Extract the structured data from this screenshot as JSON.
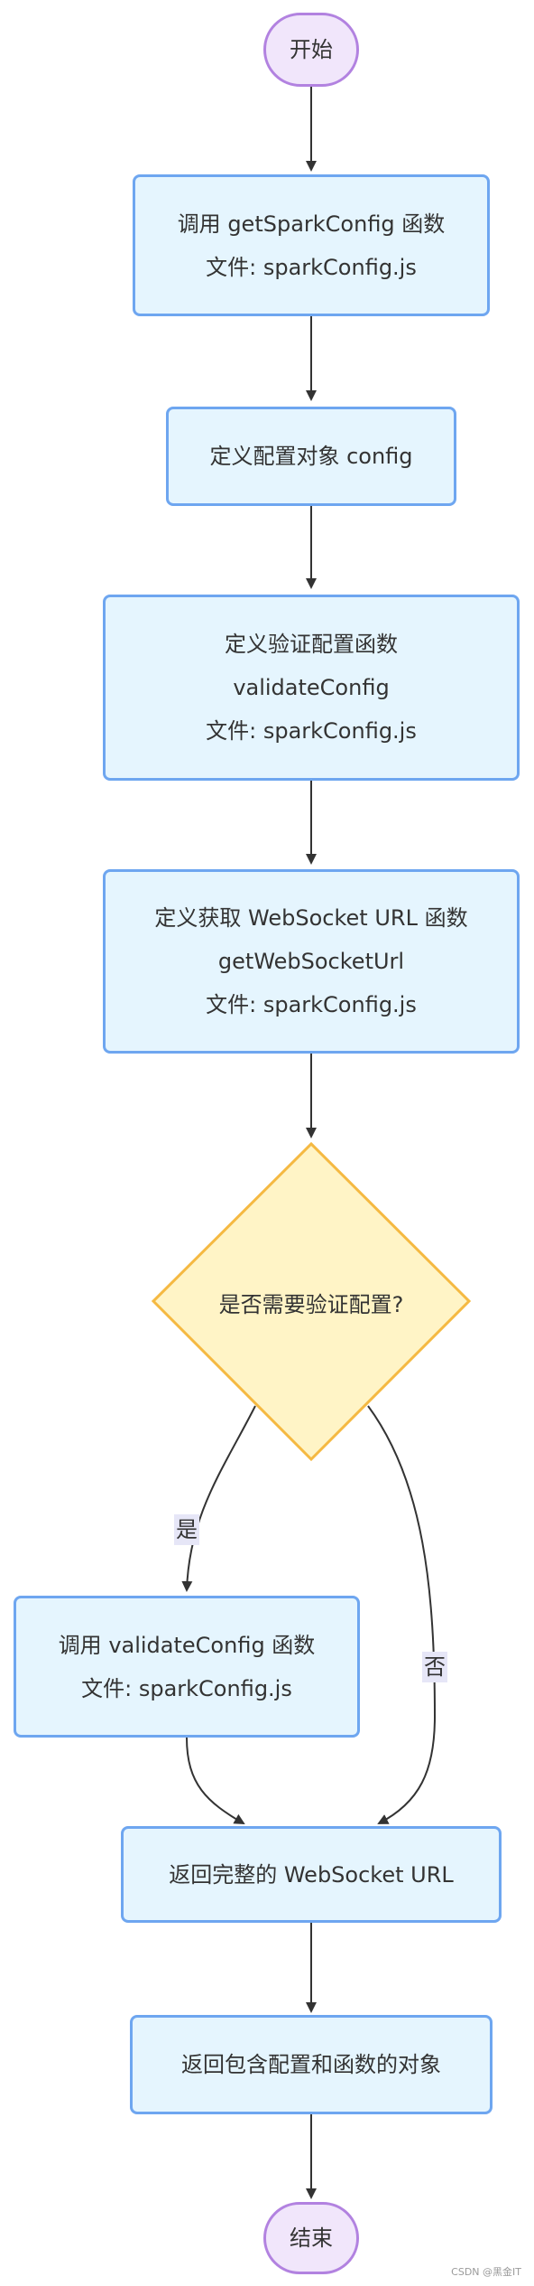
{
  "nodes": {
    "start": "开始",
    "call_get": [
      "调用 getSparkConfig 函数",
      "文件: sparkConfig.js"
    ],
    "define_config": "定义配置对象 config",
    "define_validate": [
      "定义验证配置函数",
      "validateConfig",
      "文件: sparkConfig.js"
    ],
    "define_geturl": [
      "定义获取 WebSocket URL 函数",
      "getWebSocketUrl",
      "文件: sparkConfig.js"
    ],
    "decision": "是否需要验证配置?",
    "call_validate": [
      "调用 validateConfig 函数",
      "文件: sparkConfig.js"
    ],
    "return_url": "返回完整的 WebSocket URL",
    "return_obj": "返回包含配置和函数的对象",
    "end": "结束"
  },
  "edge_labels": {
    "yes": "是",
    "no": "否"
  },
  "watermark": "CSDN @黑金IT",
  "colors": {
    "process_fill": "#e5f5fe",
    "process_border": "#6ea6f0",
    "terminal_fill": "#f1e6fb",
    "terminal_border": "#b282e0",
    "decision_fill": "#fff4c6",
    "decision_border": "#f5b942",
    "edge": "#333333",
    "label_bg": "#e6e6f7"
  }
}
